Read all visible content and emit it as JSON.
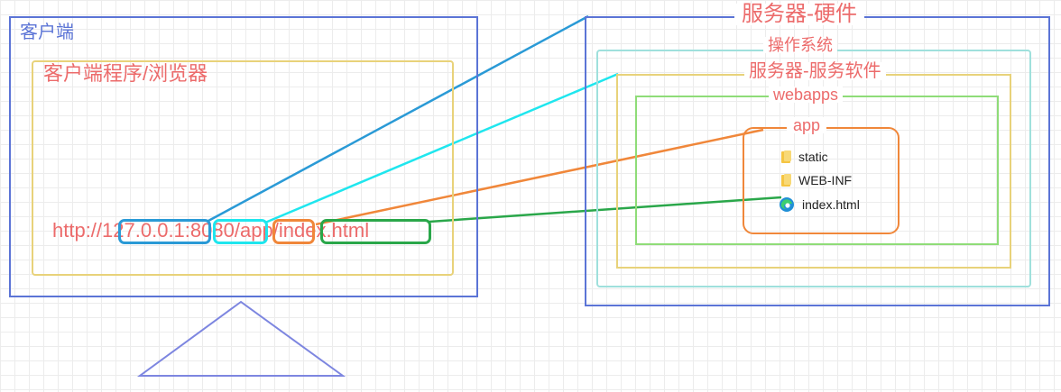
{
  "client": {
    "label": "客户端",
    "program_label": "客户端程序/浏览器",
    "url": {
      "protocol": "http://",
      "ip": "127.0.0.1",
      "colon": ":",
      "port": "8080",
      "slash1": "/",
      "app": "app",
      "slash2": "/",
      "file": "index.html"
    }
  },
  "server": {
    "hardware_label": "服务器-硬件",
    "os_label": "操作系统",
    "software_label": "服务器-服务软件",
    "webapps_label": "webapps",
    "app_label": "app",
    "files": [
      {
        "name": "static",
        "icon": "folder-icon"
      },
      {
        "name": "WEB-INF",
        "icon": "folder-icon"
      },
      {
        "name": "index.html",
        "icon": "edge-browser-icon"
      }
    ]
  },
  "colors": {
    "monitor_blue": "#5b74d6",
    "yellow": "#e8d27a",
    "cyan_light": "#9fe0dc",
    "green_light": "#8fdc78",
    "orange": "#f0873a",
    "text_red": "#ec6b6b",
    "line_blue": "#2a9ad6",
    "line_cyan": "#1fe6ee",
    "line_green": "#2aa74a",
    "stand": "#7d86e0"
  }
}
